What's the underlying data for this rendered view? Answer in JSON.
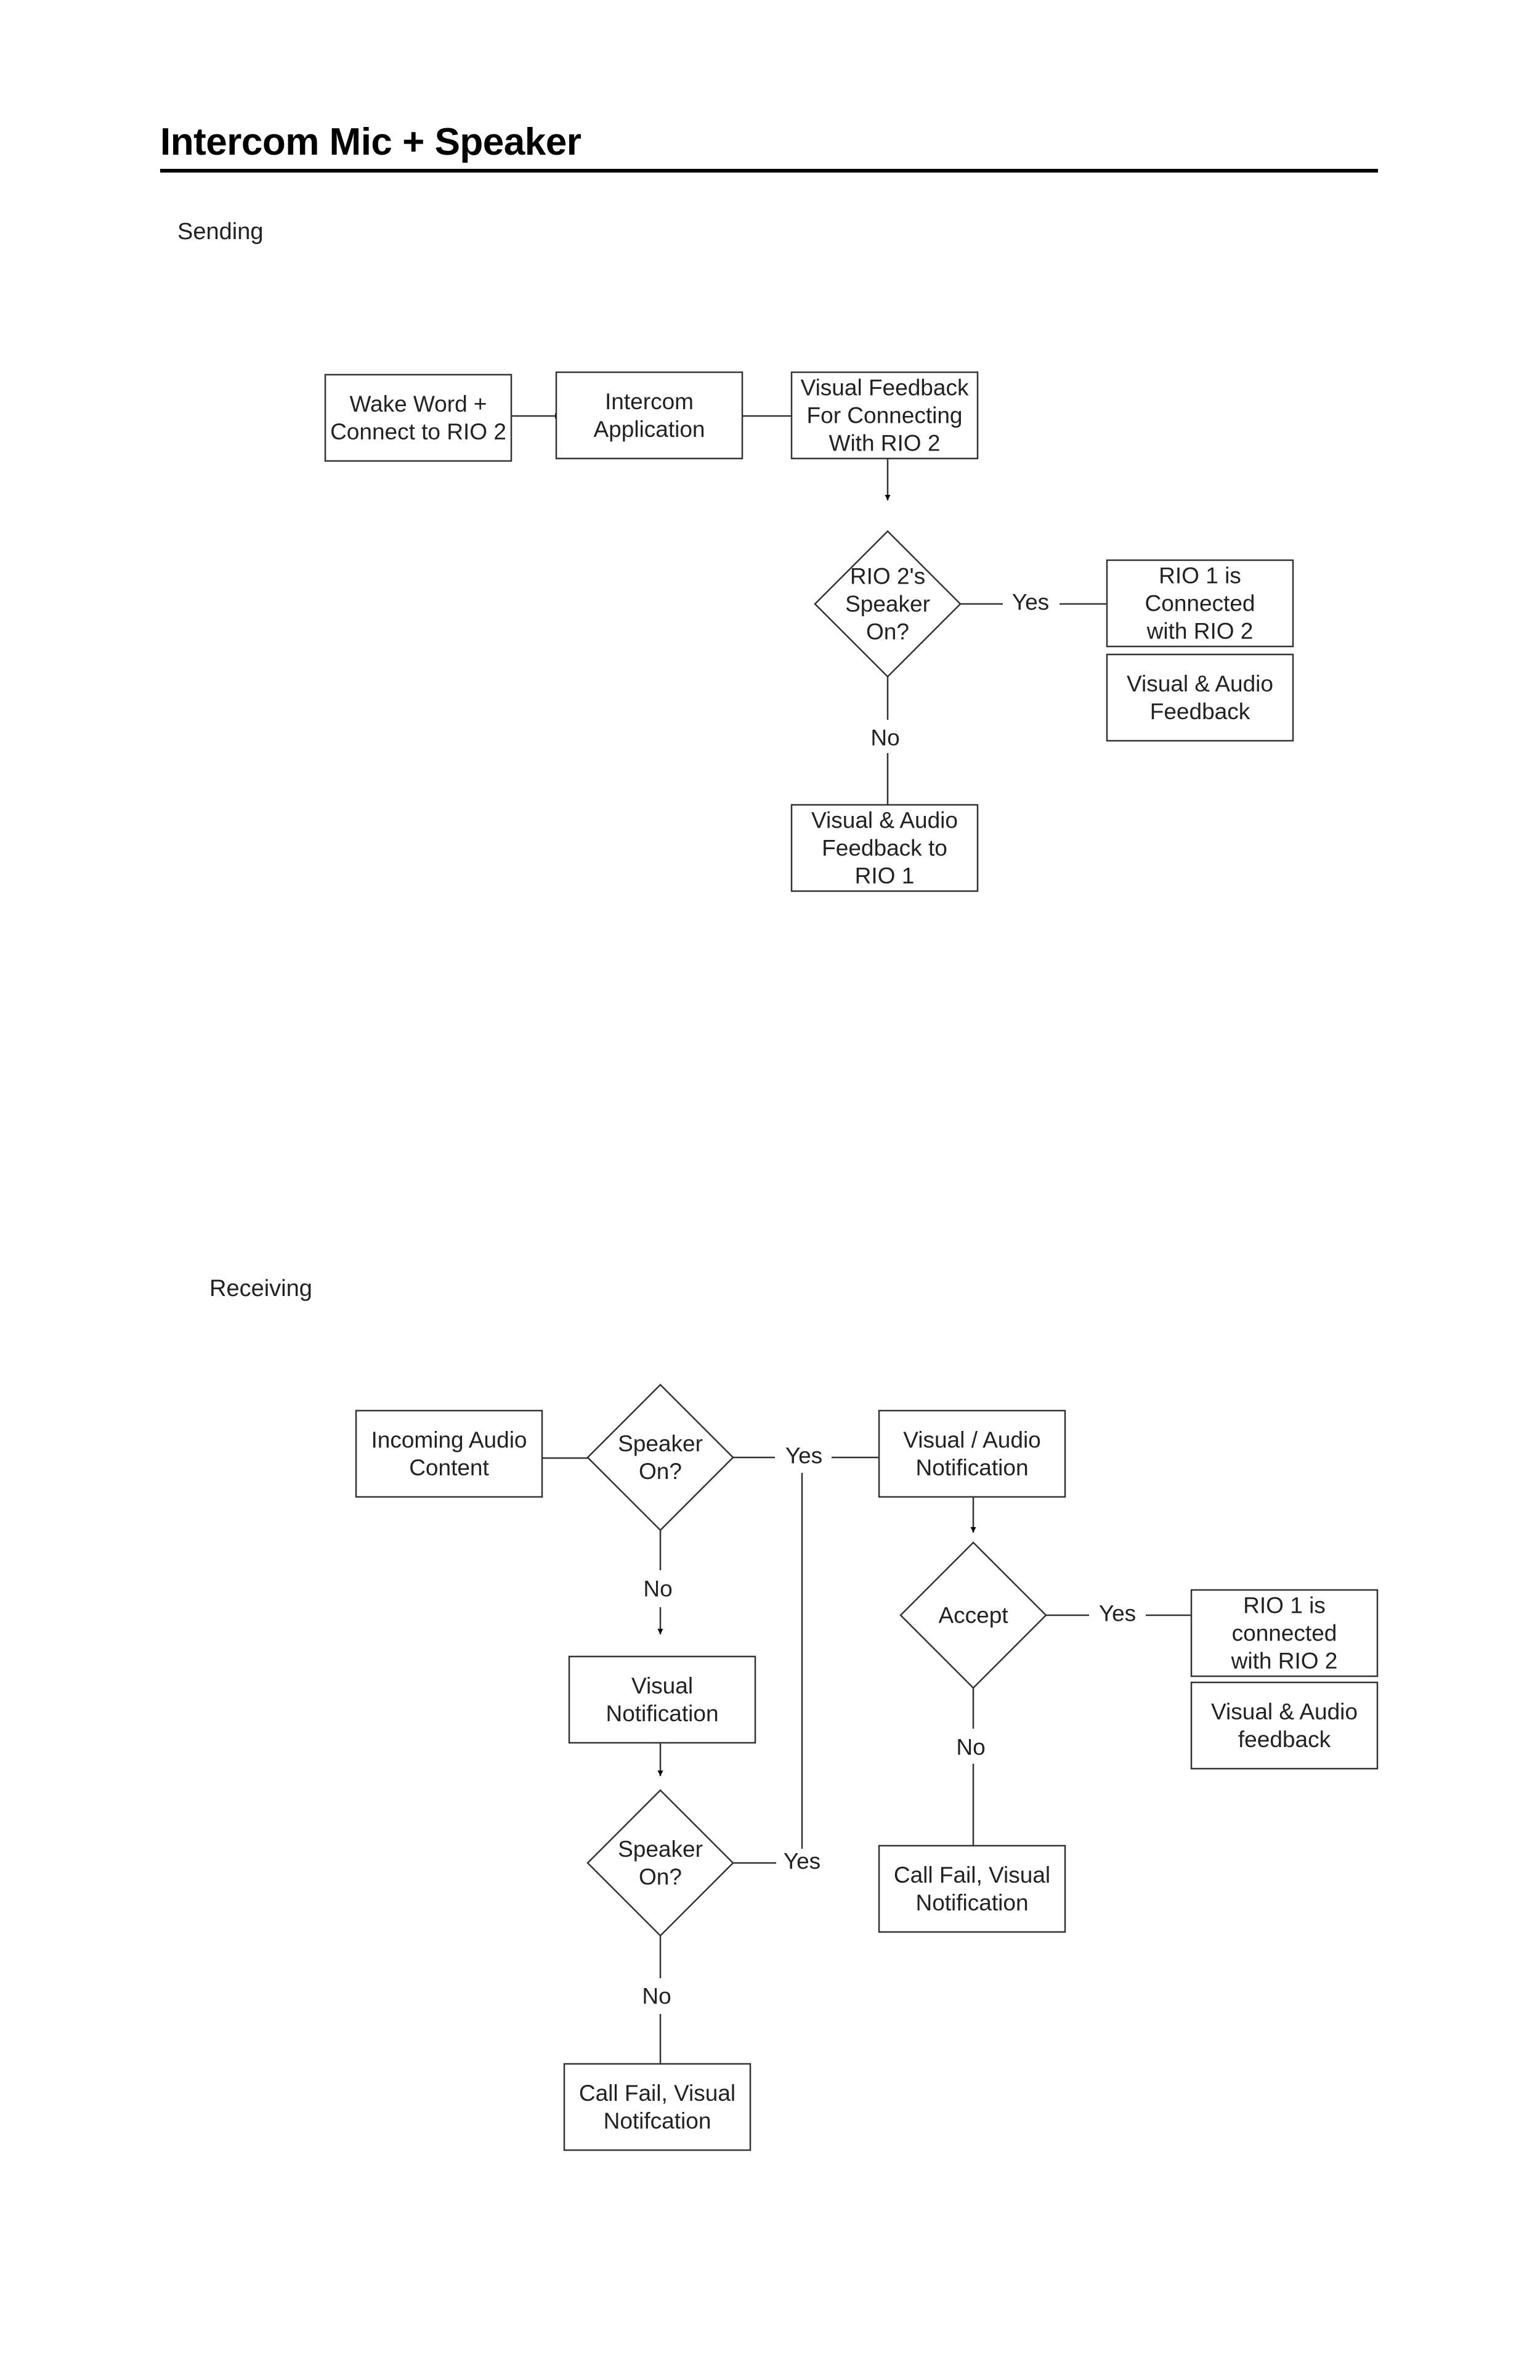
{
  "page": {
    "title": "Intercom Mic + Speaker"
  },
  "sending": {
    "label": "Sending",
    "nodes": {
      "wake_word": [
        "Wake Word +",
        "Connect to RIO 2"
      ],
      "intercom_app": [
        "Intercom",
        "Application"
      ],
      "visual_feedback_connecting": [
        "Visual Feedback",
        "For Connecting",
        "With RIO 2"
      ],
      "speaker_decision": [
        "RIO 2's",
        "Speaker",
        "On?"
      ],
      "rio1_connected": [
        "RIO 1 is",
        "Connected",
        "with RIO 2"
      ],
      "visual_audio_feedback": [
        "Visual & Audio",
        "Feedback"
      ],
      "feedback_to_rio1": [
        "Visual & Audio",
        "Feedback to",
        "RIO 1"
      ]
    },
    "edges": {
      "yes": "Yes",
      "no": "No"
    }
  },
  "receiving": {
    "label": "Receiving",
    "nodes": {
      "incoming_audio": [
        "Incoming Audio",
        "Content"
      ],
      "speaker_decision_1": [
        "Speaker",
        "On?"
      ],
      "visual_audio_notification": [
        "Visual / Audio",
        "Notification"
      ],
      "accept_decision": [
        "Accept"
      ],
      "rio1_connected": [
        "RIO 1 is",
        "connected",
        "with RIO 2"
      ],
      "visual_audio_feedback": [
        "Visual & Audio",
        "feedback"
      ],
      "visual_notification": [
        "Visual",
        "Notification"
      ],
      "speaker_decision_2": [
        "Speaker",
        "On?"
      ],
      "call_fail_accept": [
        "Call Fail, Visual",
        "Notification"
      ],
      "call_fail_speaker": [
        "Call Fail, Visual",
        "Notifcation"
      ]
    },
    "edges": {
      "yes_1": "Yes",
      "no_1": "No",
      "yes_accept": "Yes",
      "no_accept": "No",
      "yes_2": "Yes",
      "no_2": "No"
    }
  }
}
